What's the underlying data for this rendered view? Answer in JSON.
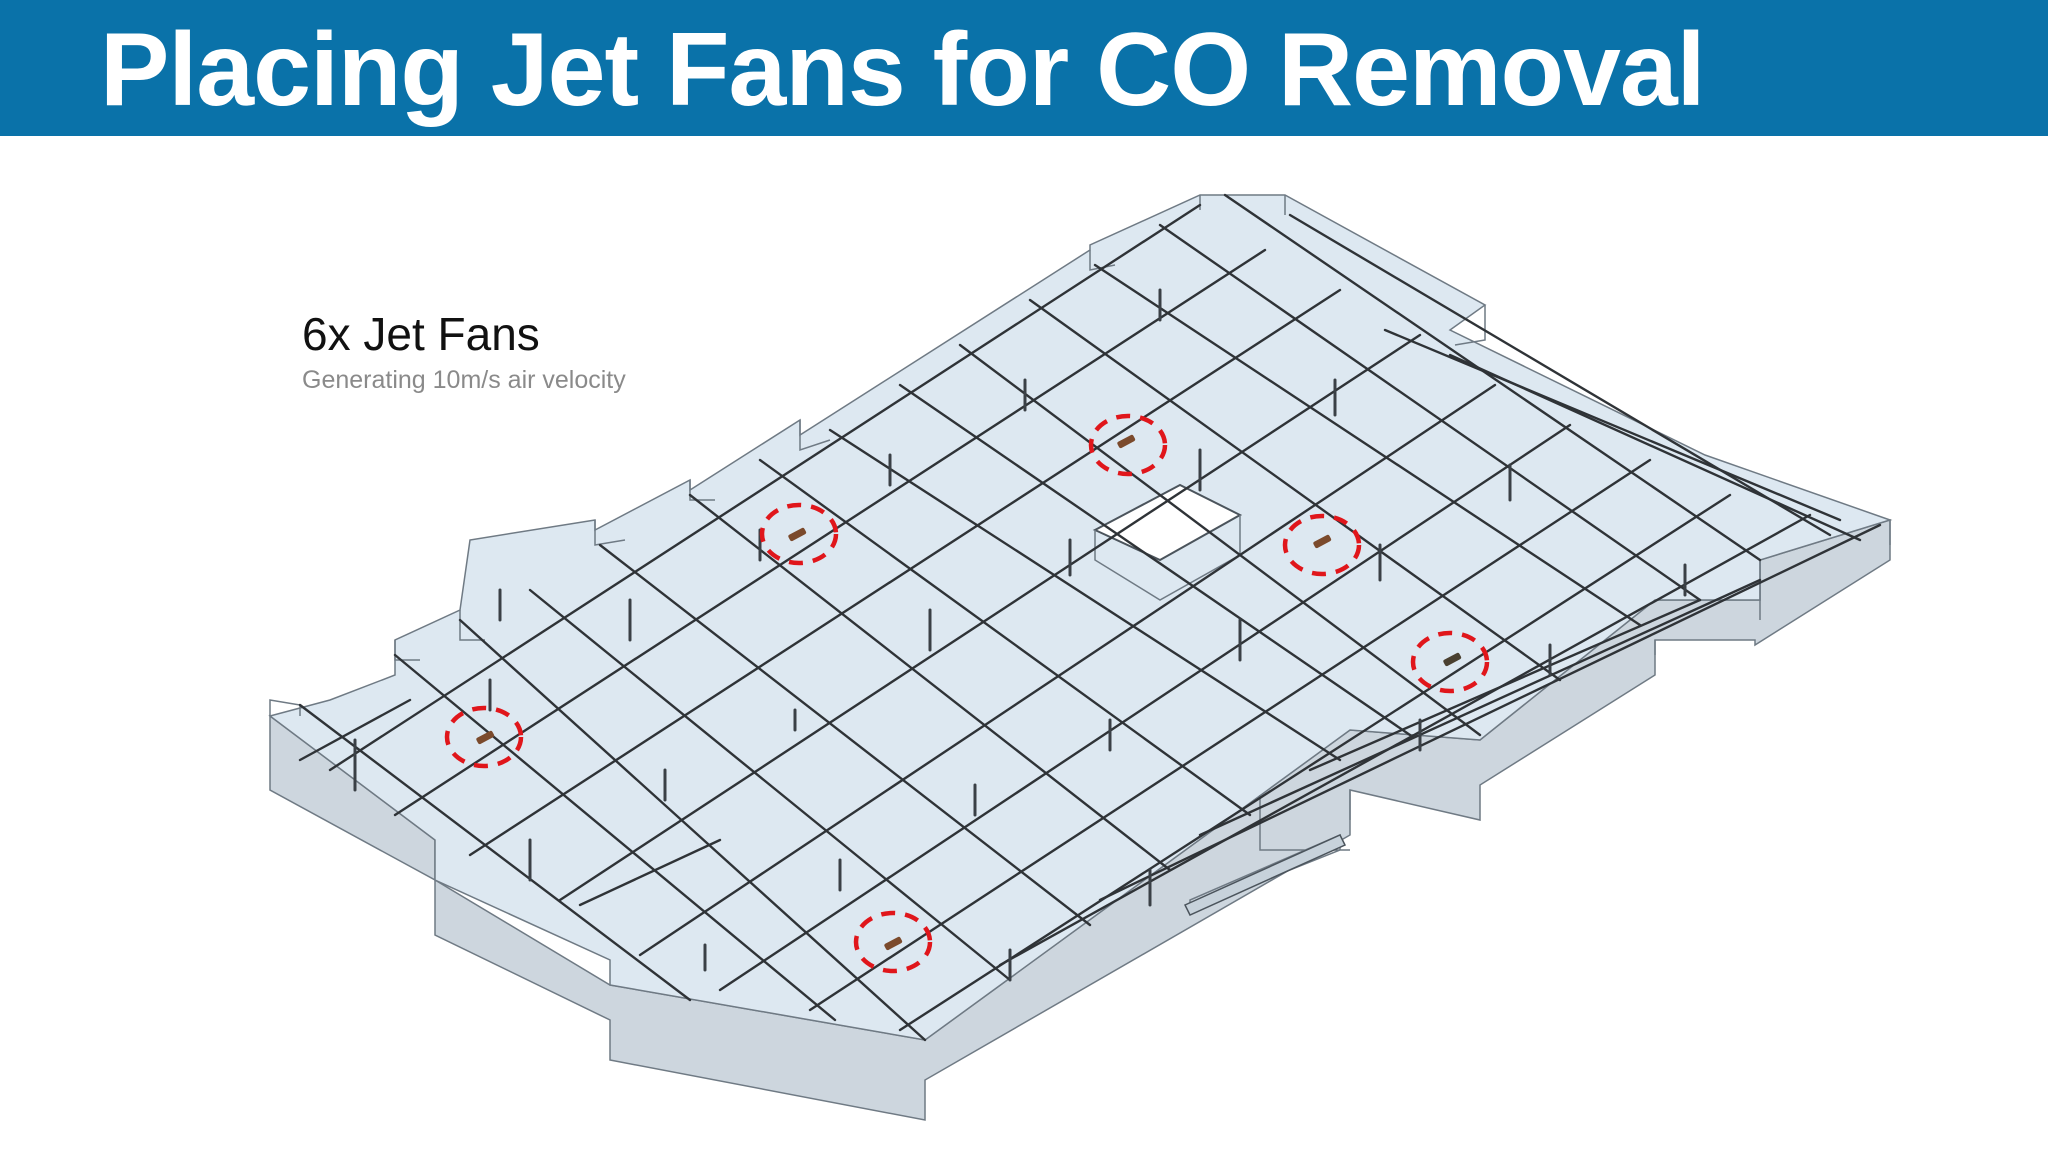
{
  "header": {
    "title": "Placing Jet Fans for CO Removal"
  },
  "caption": {
    "heading": "6x Jet Fans",
    "subheading": "Generating 10m/s air velocity"
  },
  "colors": {
    "header_bg": "#0a72a9",
    "slab_top": "#dde8f1",
    "slab_side": "#cdd6de",
    "grid_line": "#2f3337",
    "fan_marker": "#e0161b"
  },
  "fans": [
    {
      "name": "jet-fan-1"
    },
    {
      "name": "jet-fan-2"
    },
    {
      "name": "jet-fan-3"
    },
    {
      "name": "jet-fan-4"
    },
    {
      "name": "jet-fan-5"
    },
    {
      "name": "jet-fan-6"
    }
  ]
}
